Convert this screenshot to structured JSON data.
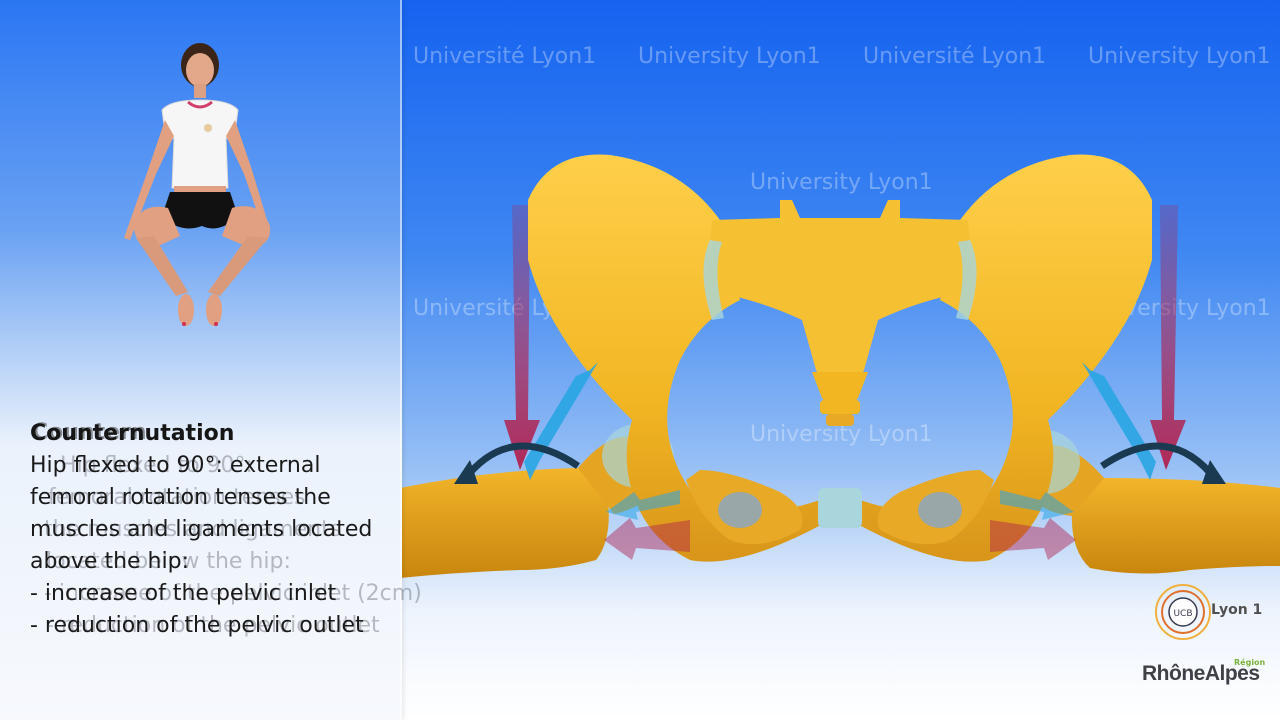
{
  "watermarks": [
    "Université Lyon1",
    "University Lyon1",
    "Université Lyon1",
    "University Lyon1",
    "University Lyon1",
    "Université Lyon1",
    "University Lyon1",
    "University Lyon1"
  ],
  "caption": {
    "title": "Counternutation",
    "ghost_title": "Countern",
    "lines": [
      "Hip flexed to 90°: external",
      "femoral rotation tenses the",
      "muscles and ligaments located",
      "above the hip:",
      "- increase of the pelvic inlet",
      "- reduction of the pelvic outlet"
    ],
    "ghost_lines": [
      "Hip flexed to 90°:",
      "femoral rotation tenses",
      "the muscles and ligaments",
      "located below the hip:",
      "- increase of the pelvic inlet (2cm)",
      "- reduction of the pelvic outlet"
    ]
  },
  "logos": {
    "university_label": "Lyon 1",
    "university_mark": "UCB",
    "region_name": "RhôneAlpes",
    "region_tag": "Région"
  },
  "colors": {
    "bone": "#f2b623",
    "bone_shadow": "#d68f12",
    "cartilage": "#a8d6dc",
    "muscle_arrow": "#b0204e",
    "ligament_arrow": "#29a5e3",
    "rotation_arrow": "#1a3a52"
  }
}
